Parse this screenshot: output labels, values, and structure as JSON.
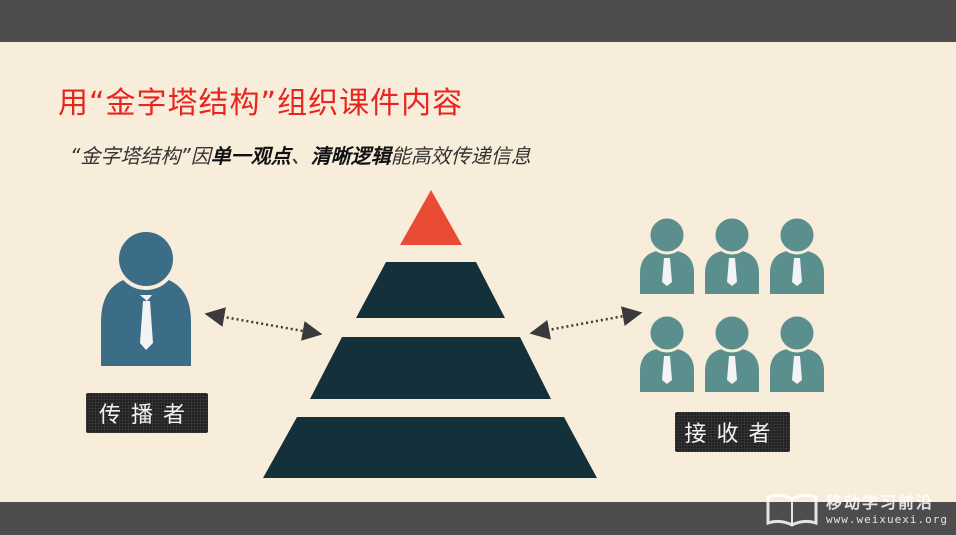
{
  "title": "用“金字塔结构”组织课件内容",
  "subtitle": {
    "part1": "“金字塔结构”因",
    "bold1": "单一观点",
    "sep": "、",
    "bold2": "清晰逻辑",
    "part2": "能高效传递信息"
  },
  "diagram": {
    "sender_label": "传播者",
    "receiver_label": "接收者",
    "pyramid_levels": 4,
    "receiver_count": 6
  },
  "colors": {
    "bar": "#4d4d4d",
    "background": "#f8edda",
    "title": "#e8251e",
    "pyramid_top": "#e94b35",
    "pyramid_body": "#14303a",
    "sender": "#3b6e86",
    "receiver": "#5a8f8d"
  },
  "watermark": {
    "name": "移动学习前沿",
    "url": "www.weixuexi.org"
  }
}
